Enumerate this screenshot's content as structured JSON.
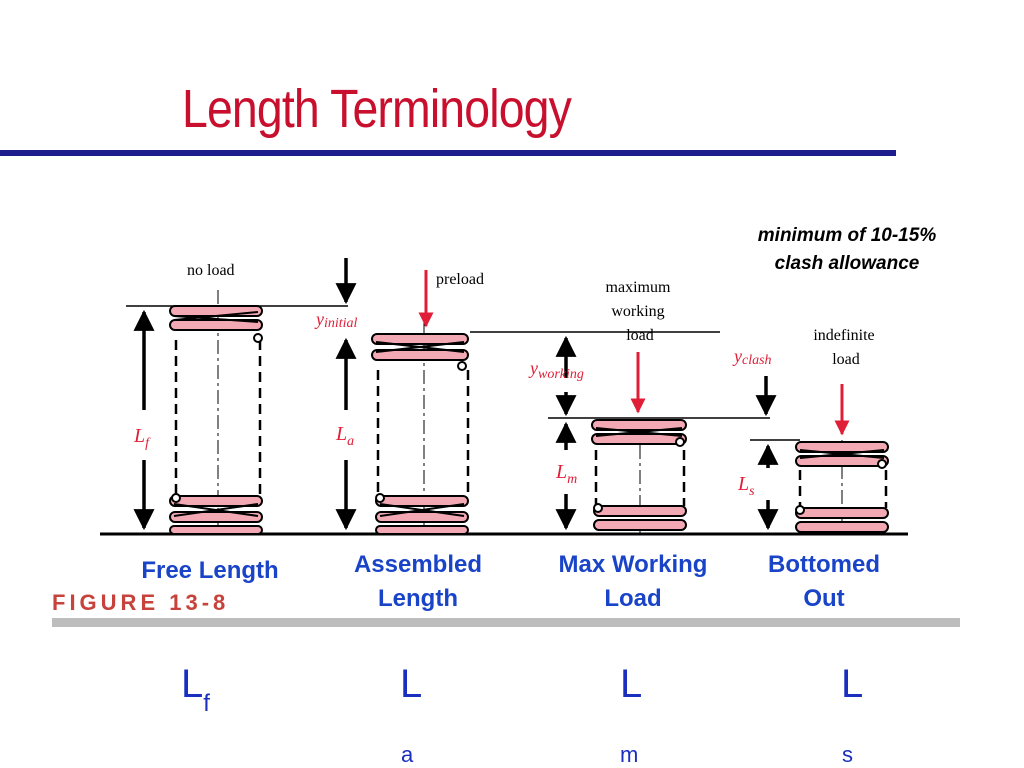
{
  "slide": {
    "title": "Length Terminology",
    "note_line1": "minimum of 10-15%",
    "note_line2": "clash allowance",
    "figure_label": "FIGURE 13-8"
  },
  "figure": {
    "labels": {
      "no_load": "no load",
      "preload": "preload",
      "max_working_load": [
        "maximum",
        "working",
        "load"
      ],
      "indefinite_load": [
        "indefinite",
        "load"
      ],
      "y_initial": {
        "base": "y",
        "sub": "initial"
      },
      "y_working": {
        "base": "y",
        "sub": "working"
      },
      "y_clash": {
        "base": "y",
        "sub": "clash"
      },
      "L_f": {
        "base": "L",
        "sub": "f"
      },
      "L_a": {
        "base": "L",
        "sub": "a"
      },
      "L_m": {
        "base": "L",
        "sub": "m"
      },
      "L_s": {
        "base": "L",
        "sub": "s"
      }
    },
    "colors": {
      "spring_fill": "#f2a9b4",
      "arrow_red": "#e01e37",
      "line": "#000000"
    }
  },
  "captions": {
    "free": "Free Length",
    "assembled_1": "Assembled",
    "assembled_2": "Length",
    "max_1": "Max Working",
    "max_2": "Load",
    "bottomed_1": "Bottomed",
    "bottomed_2": "Out"
  },
  "symbols": {
    "free": {
      "base": "L",
      "sub": "f"
    },
    "assembled": {
      "base": "L",
      "sub": "a"
    },
    "max": {
      "base": "L",
      "sub": "m"
    },
    "bottomed": {
      "base": "L",
      "sub": "s"
    }
  },
  "colors": {
    "title": "#c8102e",
    "title_rule": "#1d1d8e",
    "caption": "#1a44c8",
    "symbol": "#1a2fbf"
  }
}
